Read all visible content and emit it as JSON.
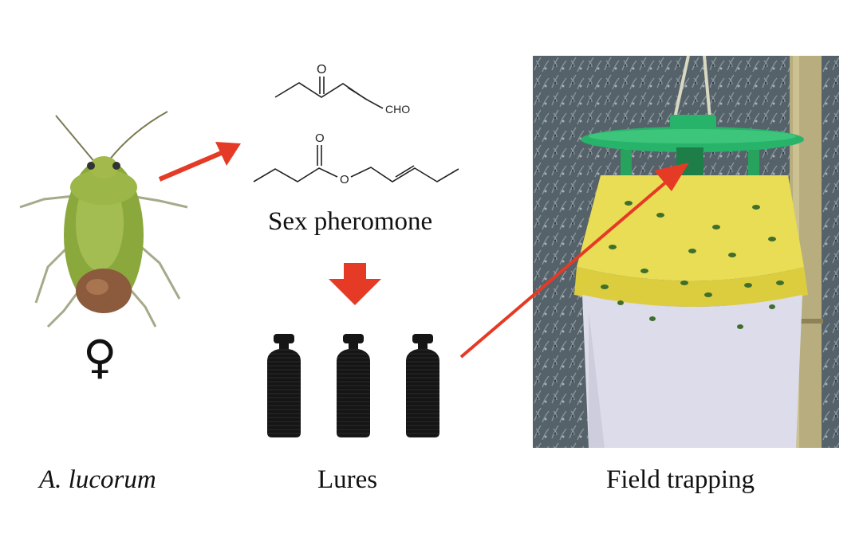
{
  "figure": {
    "species_label": "A. lucorum",
    "female_symbol": "♀",
    "pheromone_label": "Sex pheromone",
    "aldehyde_label": "CHO",
    "ketone_oxygen": "O",
    "ester_oxygen_carbonyl": "O",
    "ester_oxygen_link": "O",
    "lures_label": "Lures",
    "field_label": "Field trapping"
  },
  "colors": {
    "arrow_red": "#e53a25",
    "trap_lid_green": "#27b36a",
    "trap_yellow": "#e9dd55",
    "lure_black": "#151515",
    "insect_green": "#8ba83d",
    "vegetation": "#57636b"
  }
}
